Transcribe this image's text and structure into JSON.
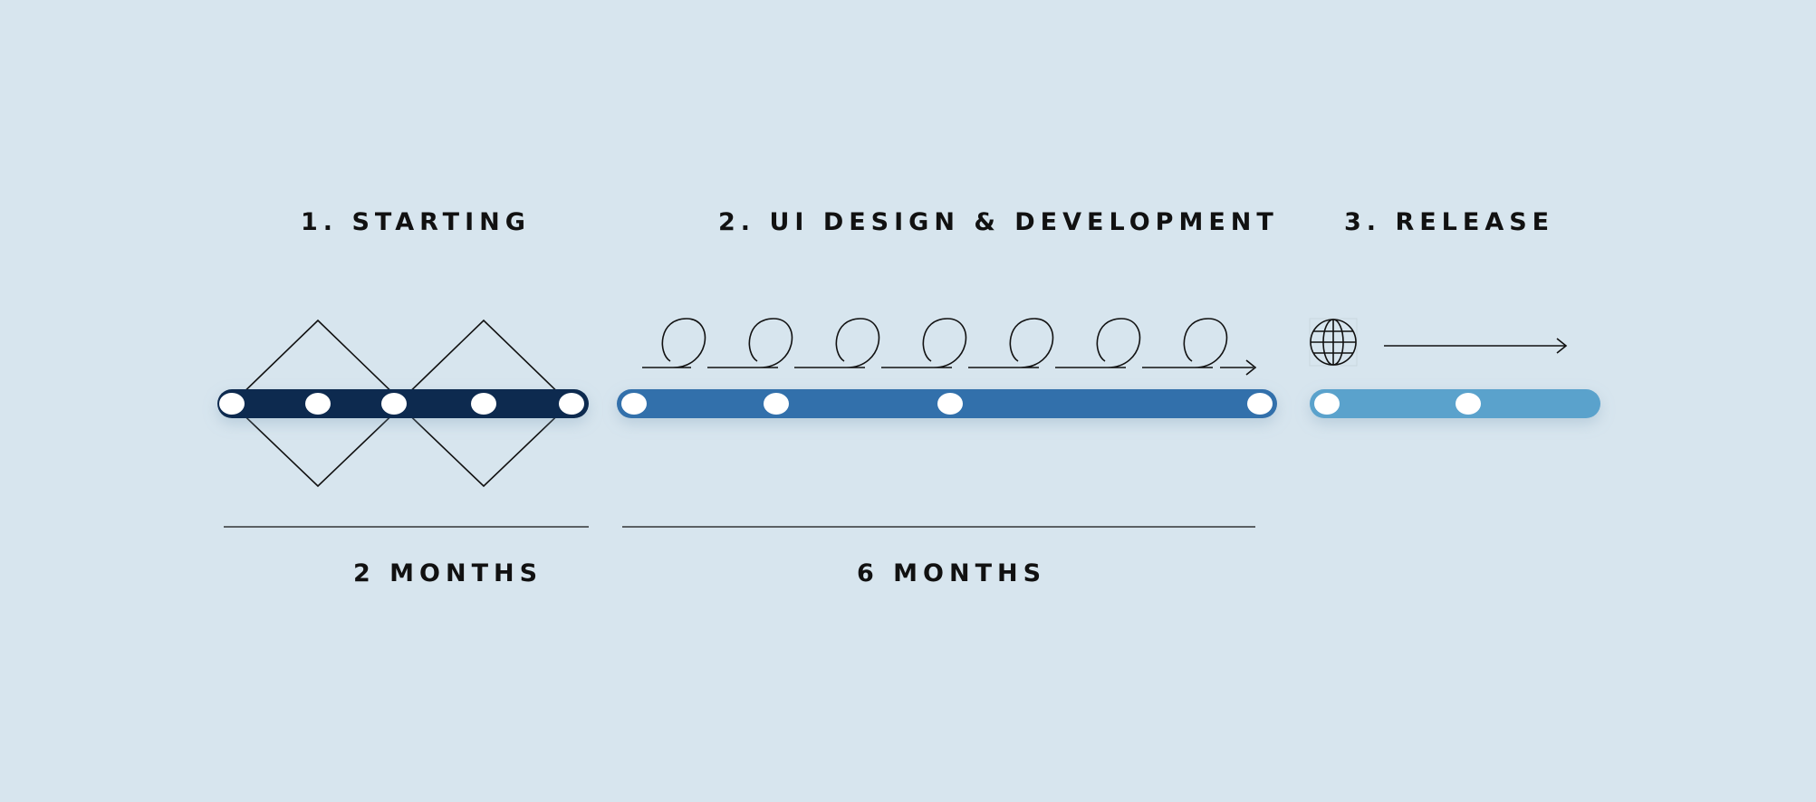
{
  "colors": {
    "background": "#d7e5ee",
    "phase1_bar": "#0a2a50",
    "phase2_bar": "#326fab",
    "phase3_bar": "#5aa2cc",
    "node_fill": "#ffffff",
    "line": "#111111"
  },
  "phases": [
    {
      "title": "1. STARTING",
      "duration": "2 MONTHS",
      "icon": "double-diamond-icon",
      "milestones": 5
    },
    {
      "title": "2. UI DESIGN & DEVELOPMENT",
      "duration": "6 MONTHS",
      "icon": "iteration-loops-icon",
      "milestones": 4
    },
    {
      "title": "3. RELEASE",
      "duration": "",
      "icon": "globe-icon",
      "milestones": 2
    }
  ]
}
